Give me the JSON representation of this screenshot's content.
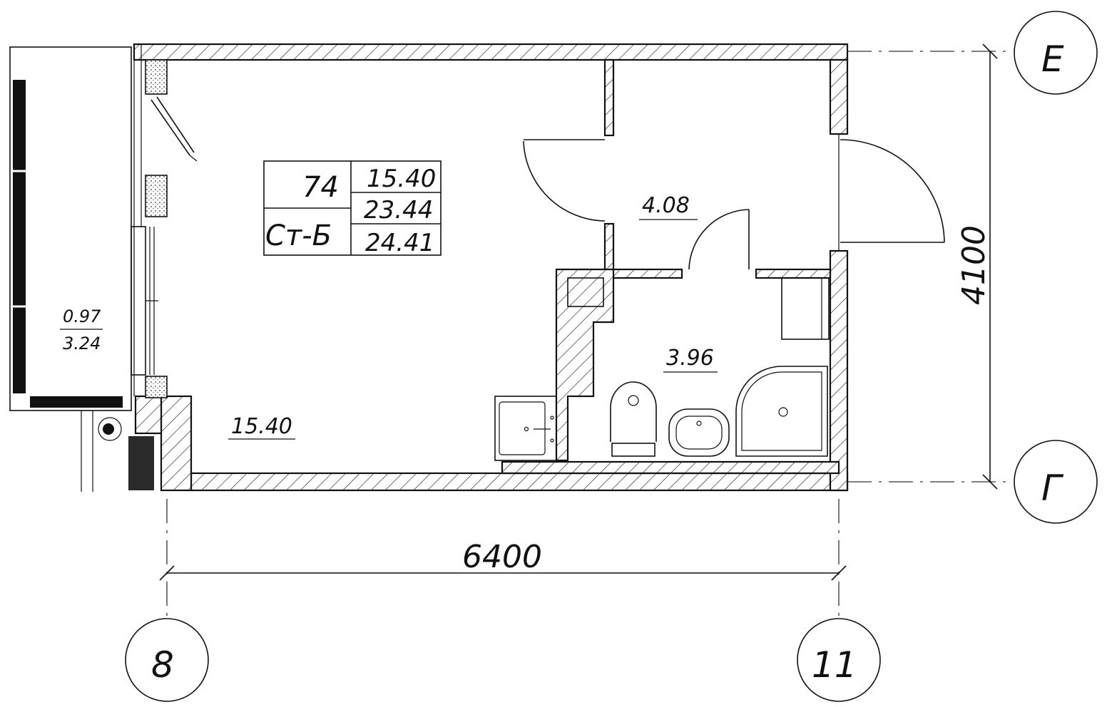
{
  "apartment": {
    "number": "74",
    "type": "Ст-Б",
    "areas": [
      "15.40",
      "23.44",
      "24.41"
    ]
  },
  "rooms": {
    "living": "15.40",
    "hall": "4.08",
    "bathroom": "3.96"
  },
  "balcony": {
    "area_top": "0.97",
    "area_bottom": "3.24"
  },
  "dimensions": {
    "width": "6400",
    "depth": "4100"
  },
  "axes": {
    "top_right": "Е",
    "bottom_right": "Г",
    "bottom_left": "8",
    "bottom_right_col": "11"
  }
}
